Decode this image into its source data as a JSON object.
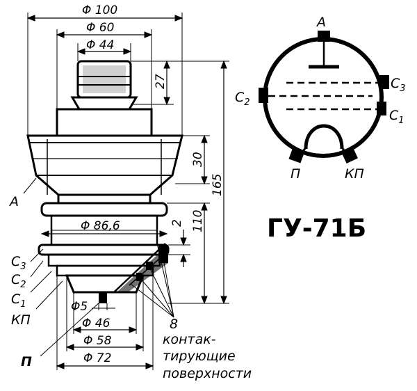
{
  "title": "ГУ-71Б",
  "dimensions": {
    "d100": "Φ 100",
    "d60": "Φ 60",
    "d44": "Φ 44",
    "h27": "27",
    "h30": "30",
    "h165": "165",
    "h110": "110",
    "h2": "2",
    "d866": "Φ 86,6",
    "d5": "Φ5",
    "d46": "Φ 46",
    "d58": "Φ 58",
    "d72": "Φ 72"
  },
  "outline_labels": {
    "anode": "А",
    "c3": "С",
    "c3_sub": "3",
    "c2": "С",
    "c2_sub": "2",
    "c1": "С",
    "c1_sub": "1",
    "kp": "КП",
    "p": "П"
  },
  "contacts_callout": {
    "count": "8",
    "line1": "контак-",
    "line2": "тирующие",
    "line3": "поверхности"
  },
  "schematic_labels": {
    "anode": "А",
    "c3": "С",
    "c3_sub": "3",
    "c2": "С",
    "c2_sub": "2",
    "c1": "С",
    "c1_sub": "1",
    "p": "П",
    "kp": "КП"
  }
}
